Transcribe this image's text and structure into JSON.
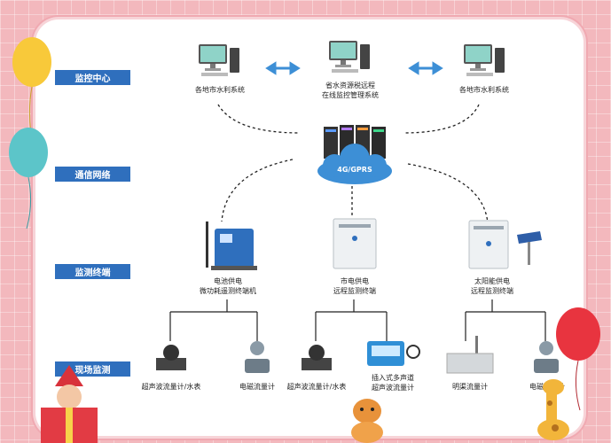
{
  "tiers": {
    "monitoring_center": "监控中心",
    "comm_network": "通信网络",
    "terminal": "监测终端",
    "field": "现场监测"
  },
  "center": {
    "left": "各地市水利系统",
    "middle_line1": "省水资源税远程",
    "middle_line2": "在线监控管理系统",
    "right": "各地市水利系统"
  },
  "network": {
    "cloud_label": "4G/GPRS"
  },
  "terminals": {
    "battery_line1": "电池供电",
    "battery_line2": "微功耗遥测终端机",
    "mains_line1": "市电供电",
    "mains_line2": "远程监测终端",
    "solar_line1": "太阳能供电",
    "solar_line2": "远程监测终端"
  },
  "devices": {
    "d1": "超声波流量计/水表",
    "d2": "电磁流量计",
    "d3": "超声波流量计/水表",
    "d4_line1": "插入式多声道",
    "d4_line2": "超声波流量计",
    "d5": "明渠流量计",
    "d6": "电磁流量计"
  },
  "colors": {
    "band": "#2f6fbd",
    "cloud": "#3d8fd6",
    "background": "#f3b8bd"
  }
}
